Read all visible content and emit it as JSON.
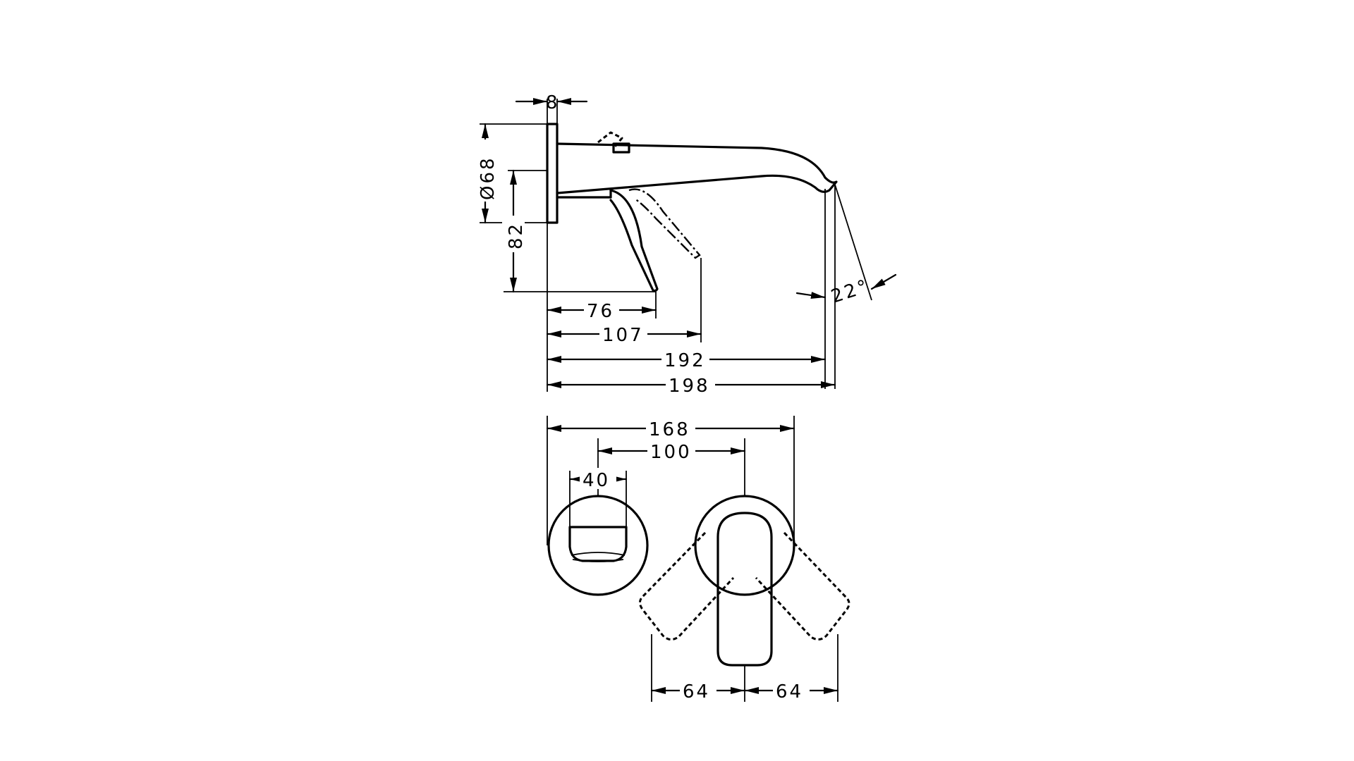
{
  "drawing": {
    "side_view": {
      "dim_plate_thickness": "8",
      "dim_plate_diameter": "Ø68",
      "dim_height": "82",
      "dim_76": "76",
      "dim_107": "107",
      "dim_192": "192",
      "dim_198": "198",
      "dim_angle": "22°"
    },
    "front_view": {
      "dim_168": "168",
      "dim_100": "100",
      "dim_40": "40",
      "dim_64_left": "64",
      "dim_64_right": "64"
    }
  }
}
